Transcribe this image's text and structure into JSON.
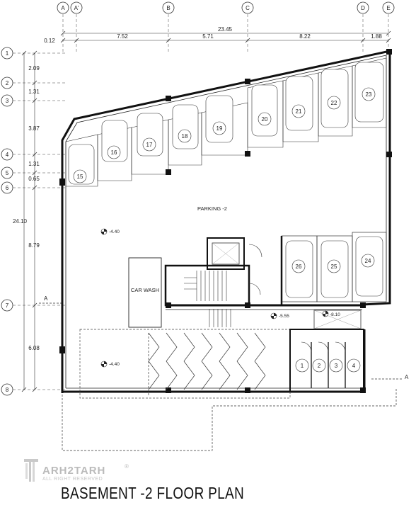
{
  "grid_columns": [
    "A",
    "A'",
    "B",
    "C",
    "D",
    "E"
  ],
  "grid_rows": [
    "1",
    "2",
    "3",
    "4",
    "5",
    "6",
    "7",
    "8"
  ],
  "top_dimensions": {
    "total": "23.45",
    "segments": [
      "0.12",
      "7.52",
      "5.71",
      "8.22",
      "1.88"
    ]
  },
  "side_dimensions": {
    "total": "24.10",
    "segments": [
      "2.09",
      "1.31",
      "3.87",
      "1.31",
      "0.65",
      "8.79",
      "6.08"
    ]
  },
  "section_marker": "A",
  "parking_label": "PARKING -2",
  "car_wash_label": "CAR WASH",
  "levels": [
    "-4.40",
    "-5.55",
    "-8.10",
    "-4.40"
  ],
  "parking_spaces_north": [
    "15",
    "16",
    "17",
    "18",
    "19",
    "20",
    "21",
    "22",
    "23"
  ],
  "parking_spaces_east": [
    "26",
    "25",
    "24"
  ],
  "storage_spaces": [
    "1",
    "2",
    "3",
    "4"
  ],
  "logo": {
    "brand": "ARH2TARH",
    "tagline": "ALL RIGHT RESERVED",
    "registered": "®"
  },
  "title": "BASEMENT -2 FLOOR PLAN"
}
